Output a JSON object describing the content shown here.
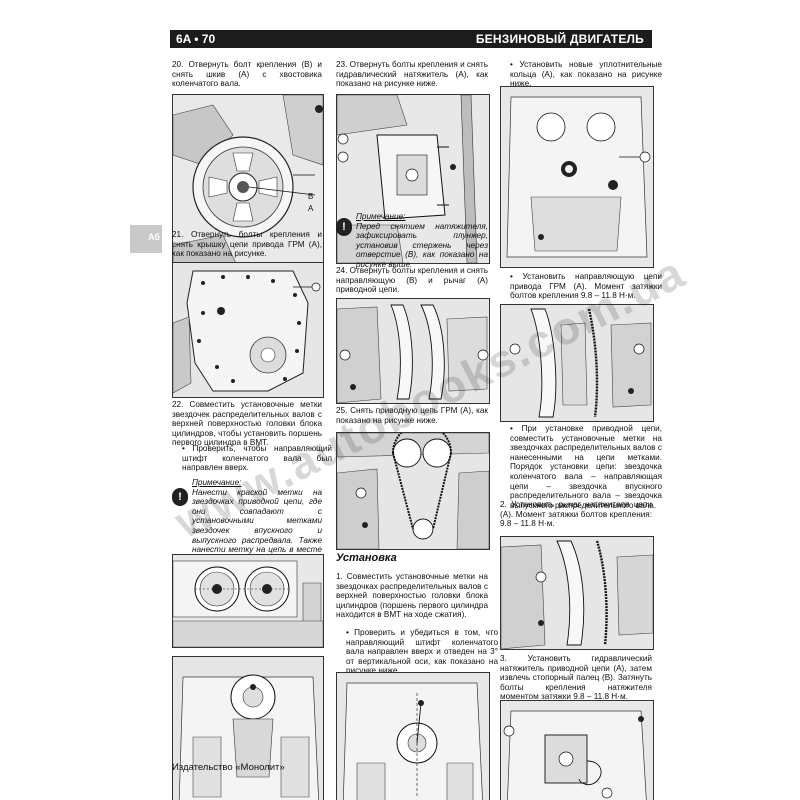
{
  "header": {
    "page_number": "6A • 70",
    "section_title": "БЕНЗИНОВЫЙ ДВИГАТЕЛЬ"
  },
  "col1": {
    "step20": "20. Отвернуть болт крепления (B) и снять шкив (A) с хвостовика коленчатого вала.",
    "step21": "21. Отвернуть болты крепления и снять крышку цепи привода ГРМ (A), как показано на рисунке.",
    "step22": "22. Совместить установочные метки звездочек распределительных валов с верхней поверхностью головки блока цилиндров, чтобы установить поршень первого цилиндра в ВМТ.",
    "check": "• Проверить, чтобы направляющий штифт коленчатого вала был направлен вверх.",
    "note_title": "Примечание:",
    "note_text": "Нанести краской метки на звездочках приводной цепи, где они совпадают с установочными метками звездочек впускного и выпускного распредвала. Также нанести метку на цепь в месте совпадения с меткой на звездочке коленчатого вала."
  },
  "col2": {
    "step23": "23. Отвернуть болты крепления и снять гидравлический натяжитель (A), как показано на рисунке ниже.",
    "note_title": "Примечание:",
    "note_text": "Перед снятием натяжителя, зафиксировать плунжер, установив стержень через отверстие (B), как показано на рисунке выше.",
    "step24": "24. Отвернуть болты крепления и снять направляющую (B) и рычаг (A) приводной цепи.",
    "step25": "25. Снять приводную цепь ГРМ (A), как показано на рисунке ниже.",
    "install_title": "Установка",
    "step1": "1. Совместить установочные метки на звездочках распределительных валов с верхней поверхностью головки блока цилиндров (поршень первого цилиндра находится в ВМТ на ходе сжатия).",
    "check1": "• Проверить и убедиться в том, что направляющий штифт коленчатого вала направлен вверх и отведен на 3° от вертикальной оси, как показано на рисунке ниже."
  },
  "col3": {
    "seals": "• Установить новые уплотнительные кольца (A), как показано на рисунке ниже.",
    "guide": "• Установить направляющую цепи привода ГРМ (A). Момент затяжки болтов крепления 9.8 – 11.8 Н·м.",
    "chain": "• При установке приводной цепи, совместить установочные метки на звездочках распределительных валов с нанесенными на цепи метками. Порядок установки цепи: звездочка коленчатого вала – направляющая цепи – звездочка впускного распределительного вала – звездочка выпускного распределительного вала.",
    "step2": "2. Установить рычаг натяжителя цепи (A). Момент затяжки болтов крепления: 9.8 – 11.8 Н·м.",
    "step3": "3. Установить гидравлический натяжитель приводной цепи (A), затем извлечь стопорный палец (B). Затянуть болты крепления натяжителя моментом затяжки 9.8 – 11.8 Н·м."
  },
  "callouts": {
    "a": "A",
    "b": "B"
  },
  "footer": {
    "publisher": "Издательство «Монолит»"
  },
  "watermark": {
    "text": "www.autobooks.com.ua"
  },
  "left_margin": {
    "tab": "Аб"
  }
}
